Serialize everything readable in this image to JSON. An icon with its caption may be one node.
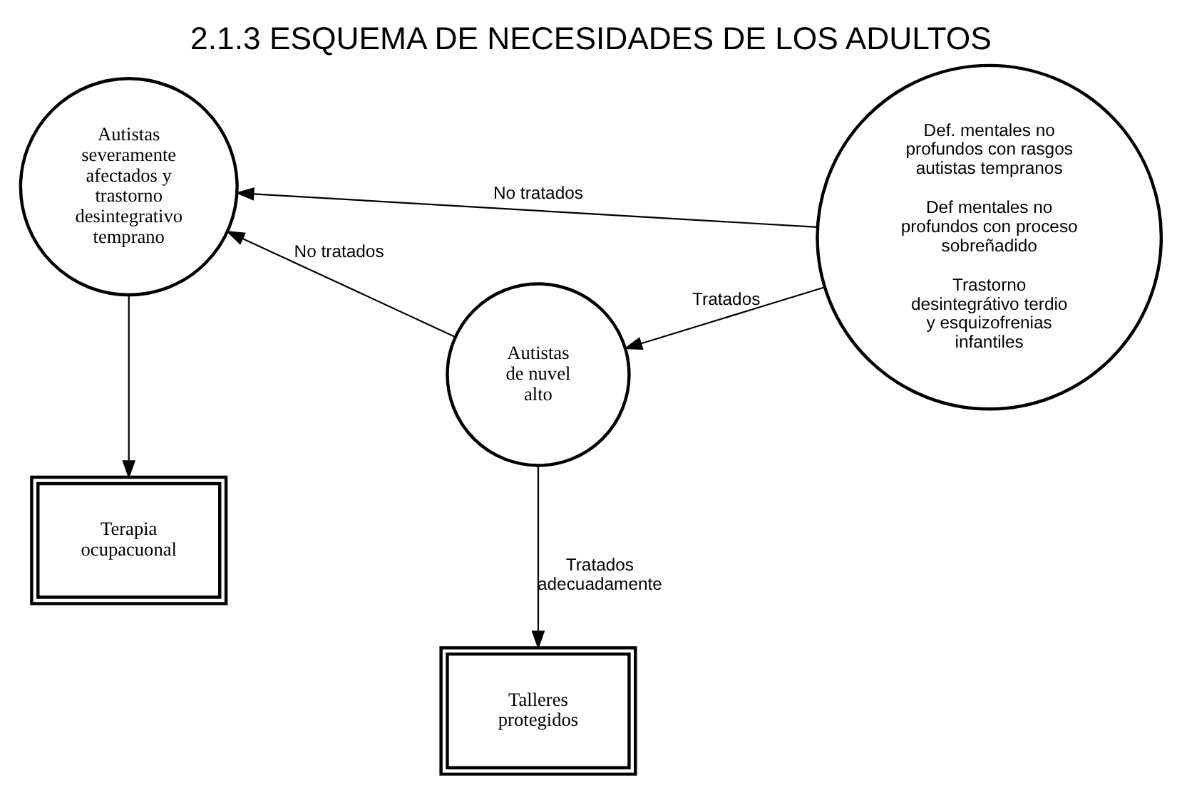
{
  "diagram": {
    "title": "2.1.3 ESQUEMA DE NECESIDADES DE LOS ADULTOS",
    "nodes": [
      {
        "text": [
          "Autistas severamente afectados y trastorno desintegrativo temprano"
        ]
      },
      {
        "text": [
          "Autistas de nuvel alto"
        ]
      },
      {
        "text": [
          "Def. mentales no profundos con rasgos autistas tempranos",
          "Def mentales no profundos con proceso sobreñadido",
          "Trastorno desintegrátivo terdio y esquizofrenias infantiles"
        ]
      },
      {
        "text": [
          "Terapia ocupacuonal"
        ]
      },
      {
        "text": [
          "Talleres protegidos"
        ]
      }
    ],
    "edges": [
      {
        "from": 2,
        "to": 0,
        "arrow": "to",
        "label": "No tratados"
      },
      {
        "from": 2,
        "to": 1,
        "arrow": "to",
        "label": "Tratados"
      },
      {
        "from": 1,
        "to": 0,
        "arrow": "to",
        "label": "No tratados"
      },
      {
        "from": 0,
        "to": 3,
        "arrow": "to"
      },
      {
        "from": 1,
        "to": 4,
        "arrow": "to",
        "label": "Tratados adecuadamente"
      }
    ]
  }
}
